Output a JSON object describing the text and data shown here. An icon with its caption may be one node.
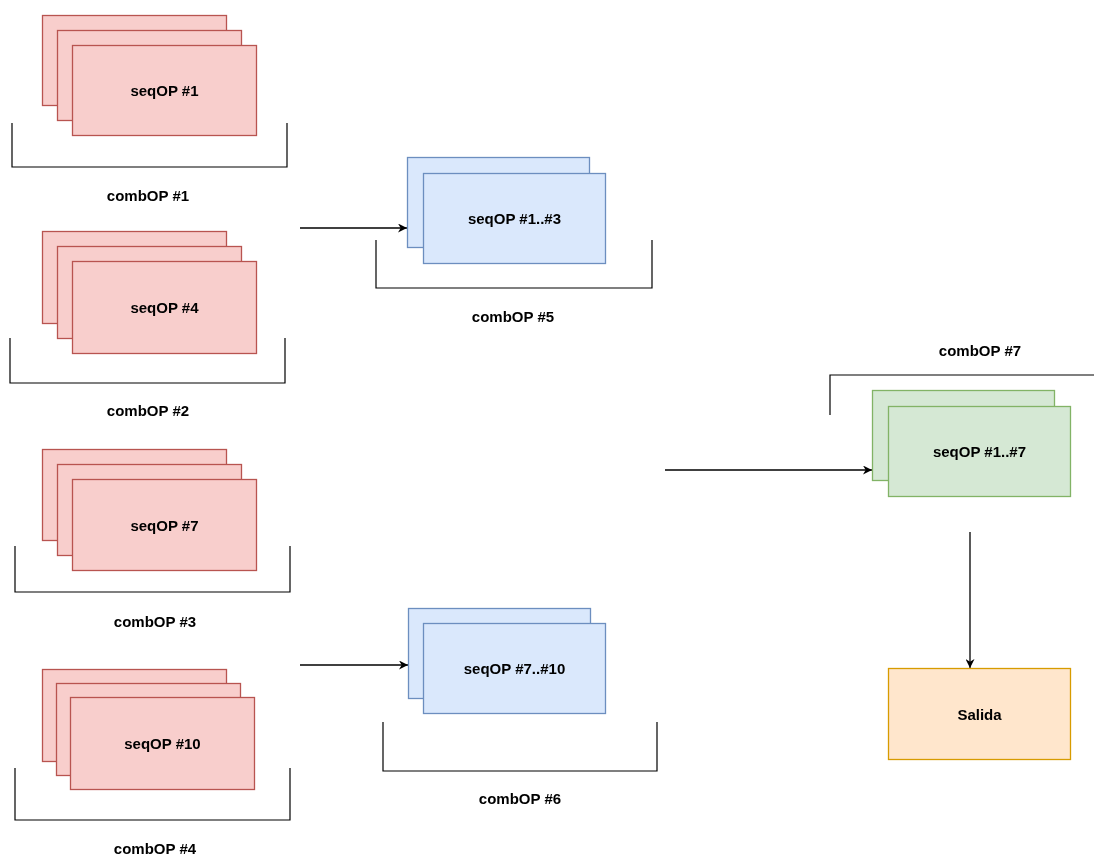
{
  "diagram": {
    "nodes": [
      {
        "text": [
          "seqOP #1"
        ]
      },
      {
        "text": [
          "seqOP #4"
        ]
      },
      {
        "text": [
          "seqOP #7"
        ]
      },
      {
        "text": [
          "seqOP #10"
        ]
      },
      {
        "text": [
          "seqOP #1..#3"
        ]
      },
      {
        "text": [
          "seqOP #7..#10"
        ]
      },
      {
        "text": [
          "seqOP #1..#7"
        ]
      },
      {
        "text": [
          "Salida"
        ]
      }
    ],
    "edges": [
      {
        "from": null,
        "to": 4,
        "arrow": "to"
      },
      {
        "from": null,
        "to": 5,
        "arrow": "to"
      },
      {
        "from": null,
        "to": 6,
        "arrow": "to"
      },
      {
        "from": 6,
        "to": 7,
        "arrow": "to"
      }
    ],
    "labels": [
      "combOP #1",
      "combOP #5",
      "combOP #2",
      "combOP #7",
      "combOP #3",
      "combOP #6",
      "combOP #4"
    ]
  }
}
